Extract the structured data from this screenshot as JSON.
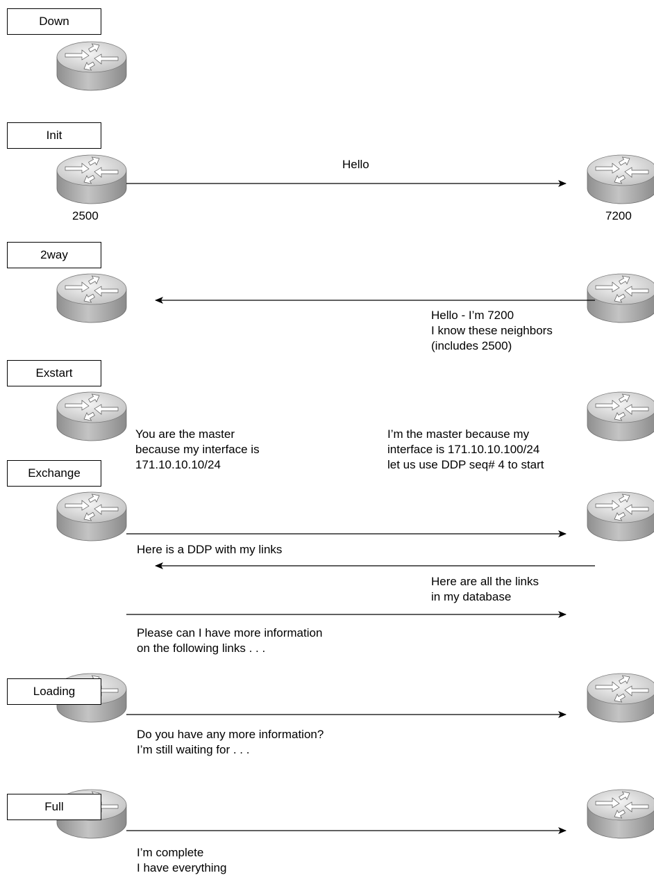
{
  "states": [
    "Down",
    "Init",
    "2way",
    "Exstart",
    "Exchange",
    "Loading",
    "Full"
  ],
  "routers": {
    "left_label": "2500",
    "right_label": "7200"
  },
  "init": {
    "hello": "Hello"
  },
  "twoway": {
    "msg": [
      "Hello - I’m 7200",
      "I know these neighbors",
      "(includes 2500)"
    ]
  },
  "exstart": {
    "left_msg": [
      "You are the master",
      "because my interface is",
      "171.10.10.10/24"
    ],
    "right_msg": [
      "I’m the master because my",
      "interface is 171.10.10.100/24",
      "let us use DDP seq# 4 to start"
    ]
  },
  "exchange": {
    "msg1": "Here is a DDP with my links",
    "msg2": [
      "Here are all the links",
      "in my database"
    ],
    "msg3": [
      "Please can I have more information",
      "on the following links . . ."
    ]
  },
  "loading": {
    "msg": [
      "Do you have any more information?",
      "I’m still waiting for . . ."
    ]
  },
  "full": {
    "msg": [
      "I’m complete",
      "I have everything"
    ]
  },
  "colors": {
    "router_body": "#a9a9a9",
    "router_top": "#d8d8d8",
    "line": "#000000"
  }
}
